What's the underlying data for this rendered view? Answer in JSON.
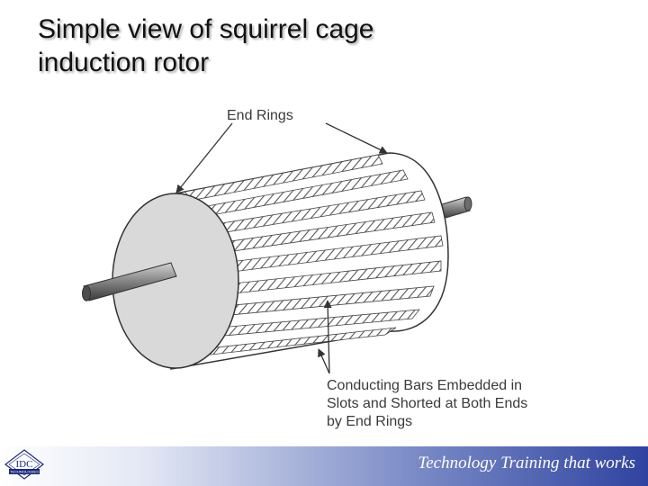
{
  "slide": {
    "title_line1": "Simple view of squirrel cage",
    "title_line2": "induction rotor"
  },
  "diagram": {
    "label_end_rings": "End Rings",
    "label_bars_line1": "Conducting Bars Embedded in",
    "label_bars_line2": "Slots and Shorted at Both Ends",
    "label_bars_line3": "by End Rings"
  },
  "footer": {
    "tagline": "Technology Training that works"
  },
  "logo": {
    "main": "IDC",
    "sub": "TECHNOLOGIES"
  }
}
